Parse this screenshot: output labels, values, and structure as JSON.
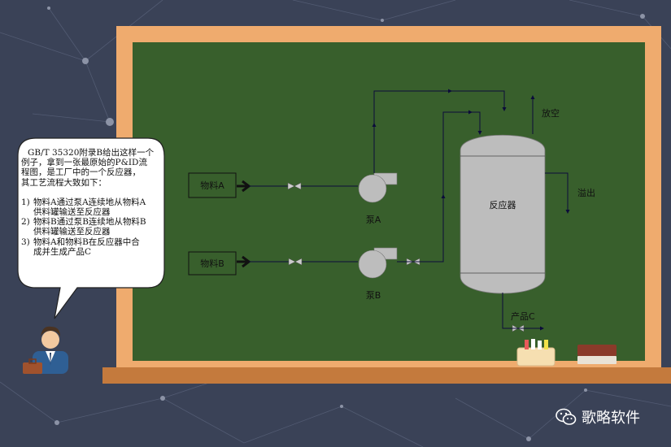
{
  "diagram": {
    "feed_a_label": "物料A",
    "feed_b_label": "物料B",
    "pump_a_label": "泵A",
    "pump_b_label": "泵B",
    "reactor_label": "反应器",
    "vent_label": "放空",
    "overflow_label": "溢出",
    "product_label": "产品C"
  },
  "speech_bubble": {
    "intro_lines": [
      "GB/T 35320附录B给出这样一个",
      "例子，拿到一张最原始的P&ID流",
      "程图，是工厂中的一个反应器，",
      "其工艺流程大致如下："
    ],
    "items": [
      {
        "num": "1)",
        "lines": [
          "物料A通过泵A连续地从物料A",
          "供料罐输送至反应器"
        ]
      },
      {
        "num": "2)",
        "lines": [
          "物料B通过泵B连续地从物料B",
          "供料罐输送至反应器"
        ]
      },
      {
        "num": "3)",
        "lines": [
          "物料A和物料B在反应器中合",
          "成并生成产品C"
        ]
      }
    ]
  },
  "brand": {
    "name": "歌略软件",
    "icon": "wechat-icon"
  },
  "colors": {
    "background": "#3a4257",
    "board": "#385f2c",
    "frame": "#efab6e",
    "tray": "#c47a3d",
    "line": "#0b0b3a",
    "reactor": "#bdbdbd"
  }
}
